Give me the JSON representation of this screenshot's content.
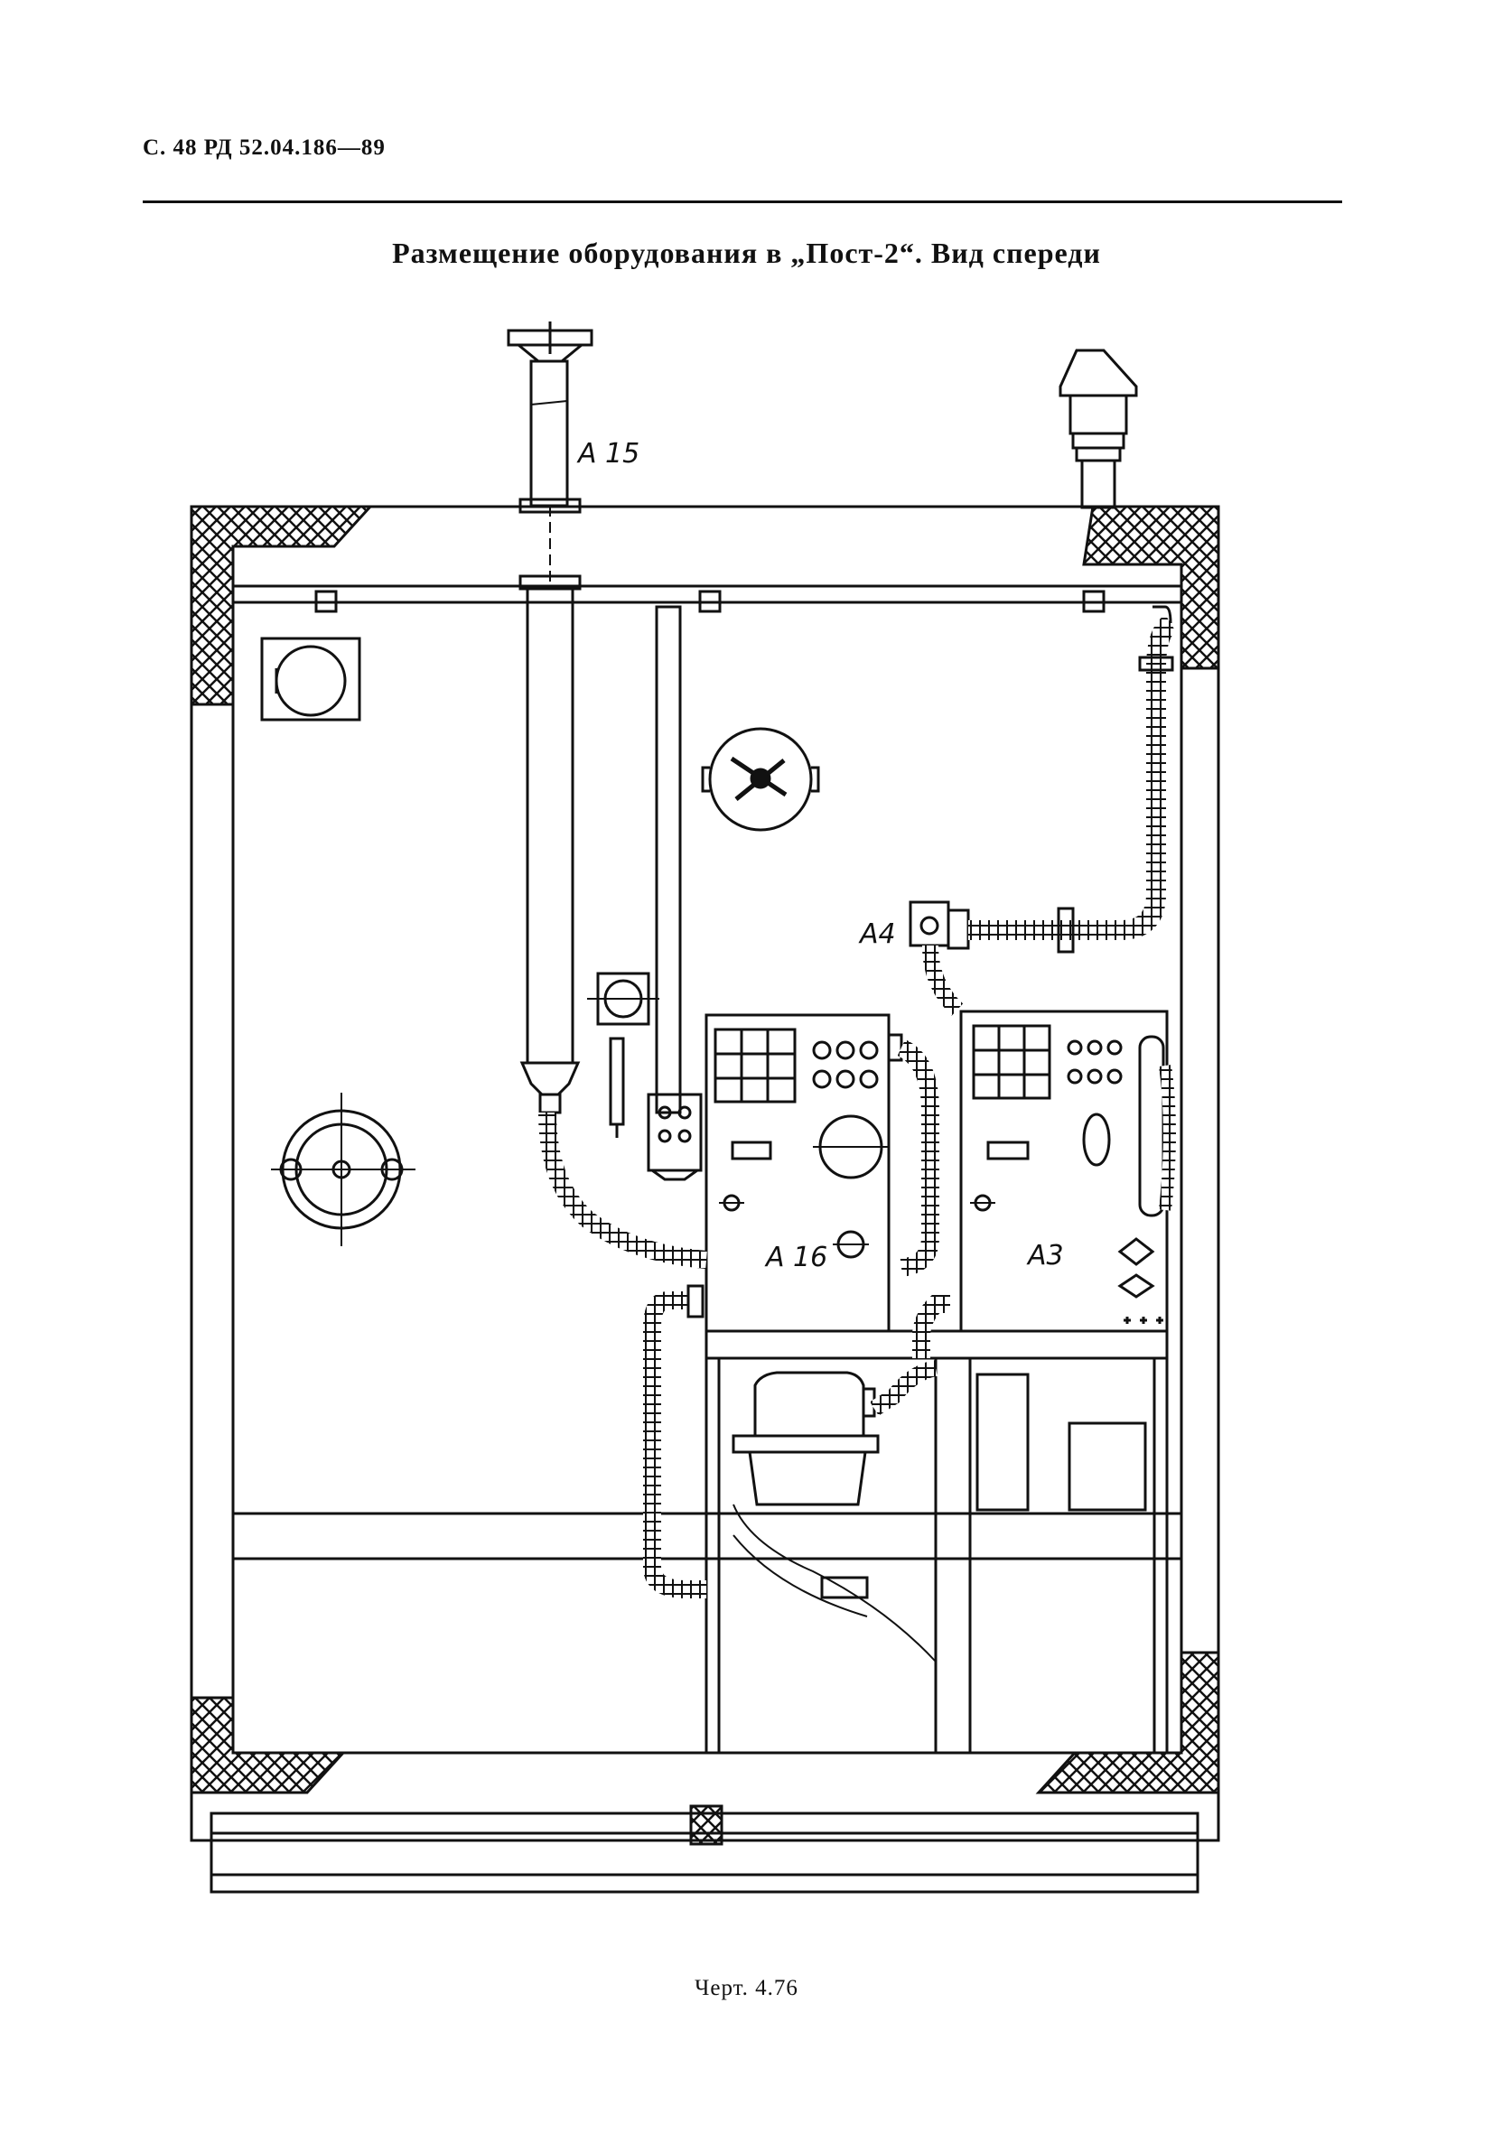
{
  "header": {
    "page_ref": "С. 48 РД 52.04.186—89"
  },
  "title": "Размещение оборудования в „Пост-2“. Вид спереди",
  "labels": {
    "a15": "A 15",
    "a4": "A4",
    "a16": "A 16",
    "a3": "A3"
  },
  "caption": "Черт. 4.76"
}
